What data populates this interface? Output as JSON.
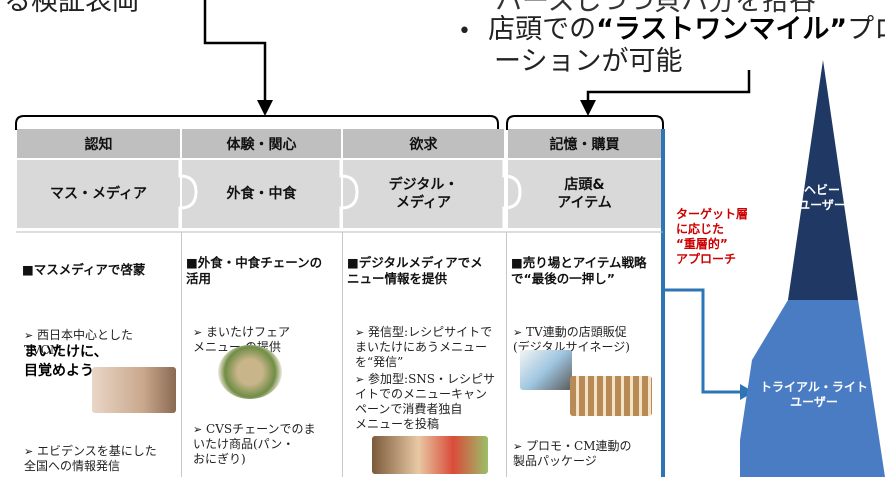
{
  "top": {
    "left_fragment": "る検証表岡",
    "middle_fragment": "ハースしつつ貝ハ分を拾谷",
    "bullet_text_prefix": "店頭での",
    "bullet_text_bold": "“ラストワンマイル”",
    "bullet_text_suffix": "プロモ",
    "bullet_line2": "ーションが可能"
  },
  "headers": [
    "認知",
    "体験・関心",
    "欲求",
    "記憶・購買"
  ],
  "puzzle": [
    "マス・メディア",
    "外食・中食",
    "デジタル・\nメディア",
    "店頭&\nアイテム"
  ],
  "columns": [
    {
      "heading": "■マスメディアで啓蒙",
      "items": [
        "西日本中心とした\nTVCM",
        "エビデンスを基にした\n全国への情報発信"
      ],
      "slogan": "まいたけに、\n目覚めよう。"
    },
    {
      "heading": "■外食・中食チェーンの\n活用",
      "items": [
        "まいたけフェア\nメニュー の提供",
        "CVSチェーンでのま\nいたけ商品(パン・\nおにぎり)"
      ]
    },
    {
      "heading": "■デジタルメディアでメ\nニュー情報を提供",
      "items": [
        "発信型:レシピサイトで\nまいたけにあうメニュー\nを“発信”",
        "参加型:SNS・レシピサ\nイトでのメニューキャン\nペーンで消費者独自\nメニューを投稿"
      ]
    },
    {
      "heading": "■売り場とアイテム戦略\nで“最後の一押し”",
      "items": [
        "TV連動の店頭販促\n(デジタルサイネージ)",
        "プロモ・CM連動の\n製品パッケージ"
      ]
    }
  ],
  "side_note": "ターゲット層\nに応じた\n“重層的”\nアプローチ",
  "pyramid": {
    "top_label": "ヘビー\nユーザー",
    "bottom_label": "トライアル・ライト\nユーザー"
  },
  "colors": {
    "header_bg": "#bfbfbf",
    "puzzle_bg": "#d9d9d9",
    "accent_blue": "#2e75b6",
    "pyramid_dark": "#1f3864",
    "pyramid_light": "#4472c4",
    "red": "#cc0000"
  }
}
